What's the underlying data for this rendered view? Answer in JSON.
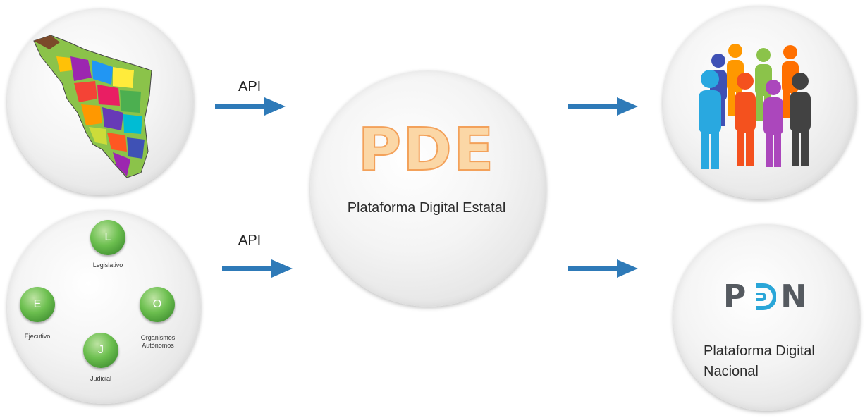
{
  "arrows": {
    "top_label": "API",
    "bottom_label": "API"
  },
  "center": {
    "logo": "PDE",
    "subtitle": "Plataforma Digital Estatal"
  },
  "branches": {
    "legislativo": {
      "letter": "L",
      "label": "Legislativo"
    },
    "ejecutivo": {
      "letter": "E",
      "label": "Ejecutivo"
    },
    "organismos": {
      "letter": "O",
      "label_line1": "Organismos",
      "label_line2": "Autónomos"
    },
    "judicial": {
      "letter": "J",
      "label": "Judicial"
    }
  },
  "pdn": {
    "logo_left": "P",
    "logo_right": "N",
    "subtitle_line1": "Plataforma Digital",
    "subtitle_line2": "Nacional"
  },
  "colors": {
    "arrow": "#2e7ab8",
    "pde_fill": "#fbd7a6",
    "pde_stroke": "#f3a15a",
    "pdn_accent": "#2aa6d8",
    "branch_green": "#4caf50"
  },
  "icons": [
    "state-map-icon",
    "people-group-icon",
    "arrow-right-icon"
  ]
}
